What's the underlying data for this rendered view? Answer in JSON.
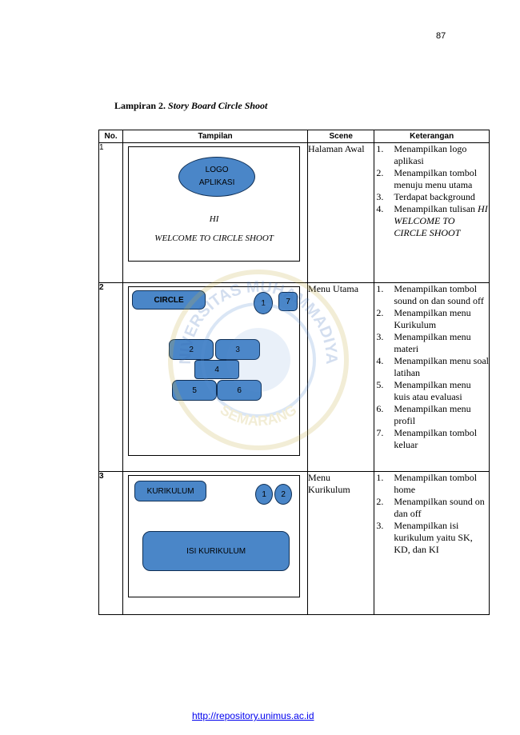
{
  "page_number": "87",
  "caption": {
    "label": "Lampiran 2.",
    "title": "Story Board Circle Shoot"
  },
  "table": {
    "headers": {
      "no": "No.",
      "tampilan": "Tampilan",
      "scene": "Scene",
      "keterangan": "Keterangan"
    },
    "rows": [
      {
        "no": "1",
        "scene": "Halaman Awal",
        "keterangan_html": "<li><span class='n'>1.</span><span class='t'>Menampilkan logo aplikasi</span></li><li><span class='n'>2.</span><span class='t'>Menampilkan tombol menuju menu utama</span></li><li><span class='n'>3.</span><span class='t'>Terdapat background</span></li><li><span class='n'>4.</span><span class='t'>Menampilkan tulisan <i>HI WELCOME TO CIRCLE SHOOT</i></span></li>",
        "mockup": {
          "logo": "LOGO APLIKASI",
          "hi": "HI",
          "welcome": "WELCOME TO CIRCLE SHOOT"
        }
      },
      {
        "no": "2",
        "scene": "Menu Utama",
        "keterangan": [
          "Menampilkan tombol sound on dan sound off",
          "Menampilkan menu Kurikulum",
          "Menampilkan menu materi",
          "Menampilkan menu soal latihan",
          "Menampilkan menu kuis atau evaluasi",
          "Menampilkan menu profil",
          "Menampilkan tombol keluar"
        ],
        "mockup": {
          "title_button": "CIRCLE",
          "b1": "1",
          "b7": "7",
          "b2": "2",
          "b3": "3",
          "b4": "4",
          "b5": "5",
          "b6": "6"
        }
      },
      {
        "no": "3",
        "scene": "Menu Kurikulum",
        "keterangan": [
          "Menampilkan tombol home",
          "Menampilkan sound on dan off",
          "Menampilkan isi kurikulum yaitu SK, KD, dan KI"
        ],
        "mockup": {
          "title_button": "KURIKULUM",
          "b1": "1",
          "b2": "2",
          "content": "ISI KURIKULUM"
        }
      }
    ]
  },
  "watermark_text": {
    "top": "UNIVERSITAS MUHAMMADIYAH",
    "bottom": "SEMARANG"
  },
  "footer_link": "http://repository.unimus.ac.id"
}
